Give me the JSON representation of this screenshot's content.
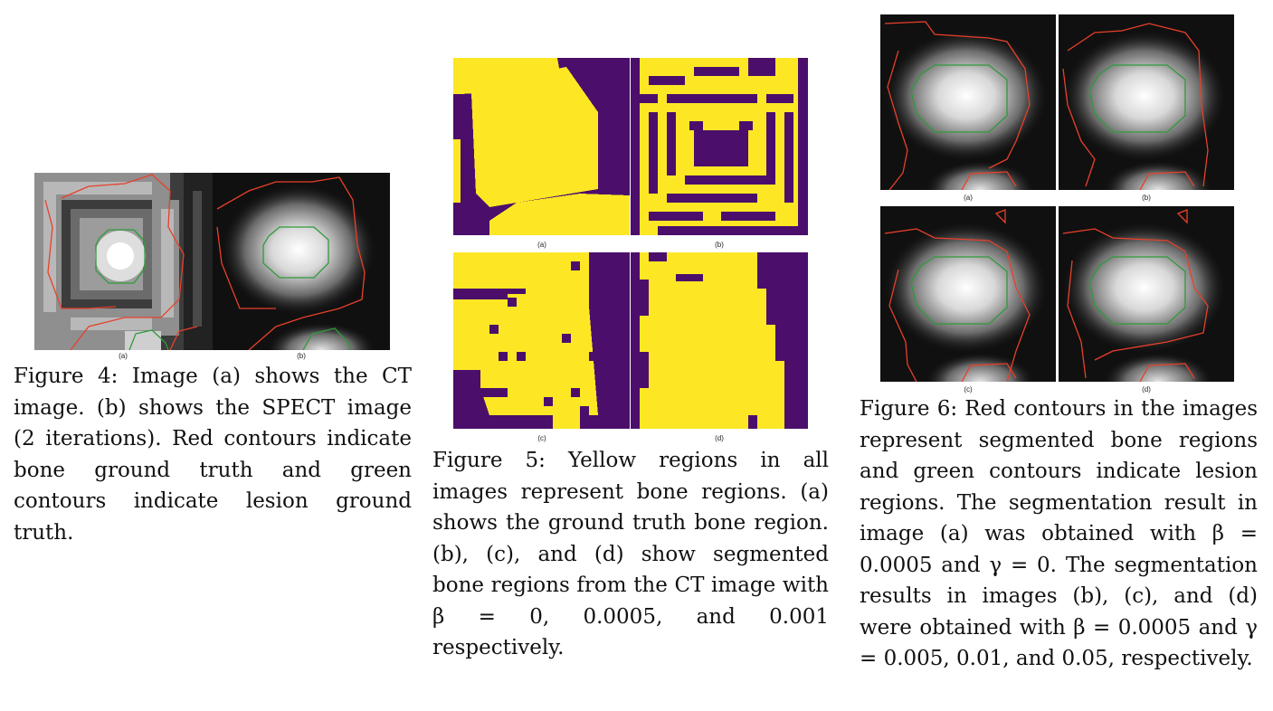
{
  "figure4": {
    "panel_labels": [
      "(a)",
      "(b)"
    ],
    "caption": "Figure 4: Image (a) shows the CT image. (b) shows the SPECT image (2 iterations). Red contours indicate bone ground truth and green contours indicate lesion ground truth.",
    "contour_colors": {
      "bone": "#e8402a",
      "lesion": "#2f9a3a"
    }
  },
  "figure5": {
    "panel_labels": [
      "(a)",
      "(b)",
      "(c)",
      "(d)"
    ],
    "caption": "Figure 5: Yellow regions in all images represent bone regions. (a) shows the ground truth bone region. (b), (c), and (d) show segmented bone regions from the CT image with β = 0, 0.0005, and 0.001 respectively.",
    "colors": {
      "bone": "#fde725",
      "background": "#4b0f6b"
    }
  },
  "figure6": {
    "panel_labels": [
      "(a)",
      "(b)",
      "(c)",
      "(d)"
    ],
    "caption": "Figure 6: Red contours in the images represent segmented bone regions and green contours indicate lesion regions. The segmentation result in image (a) was obtained with β = 0.0005 and γ = 0. The segmentation results in images (b), (c), and (d) were obtained with β = 0.0005 and γ = 0.005, 0.01, and 0.05, respectively."
  }
}
